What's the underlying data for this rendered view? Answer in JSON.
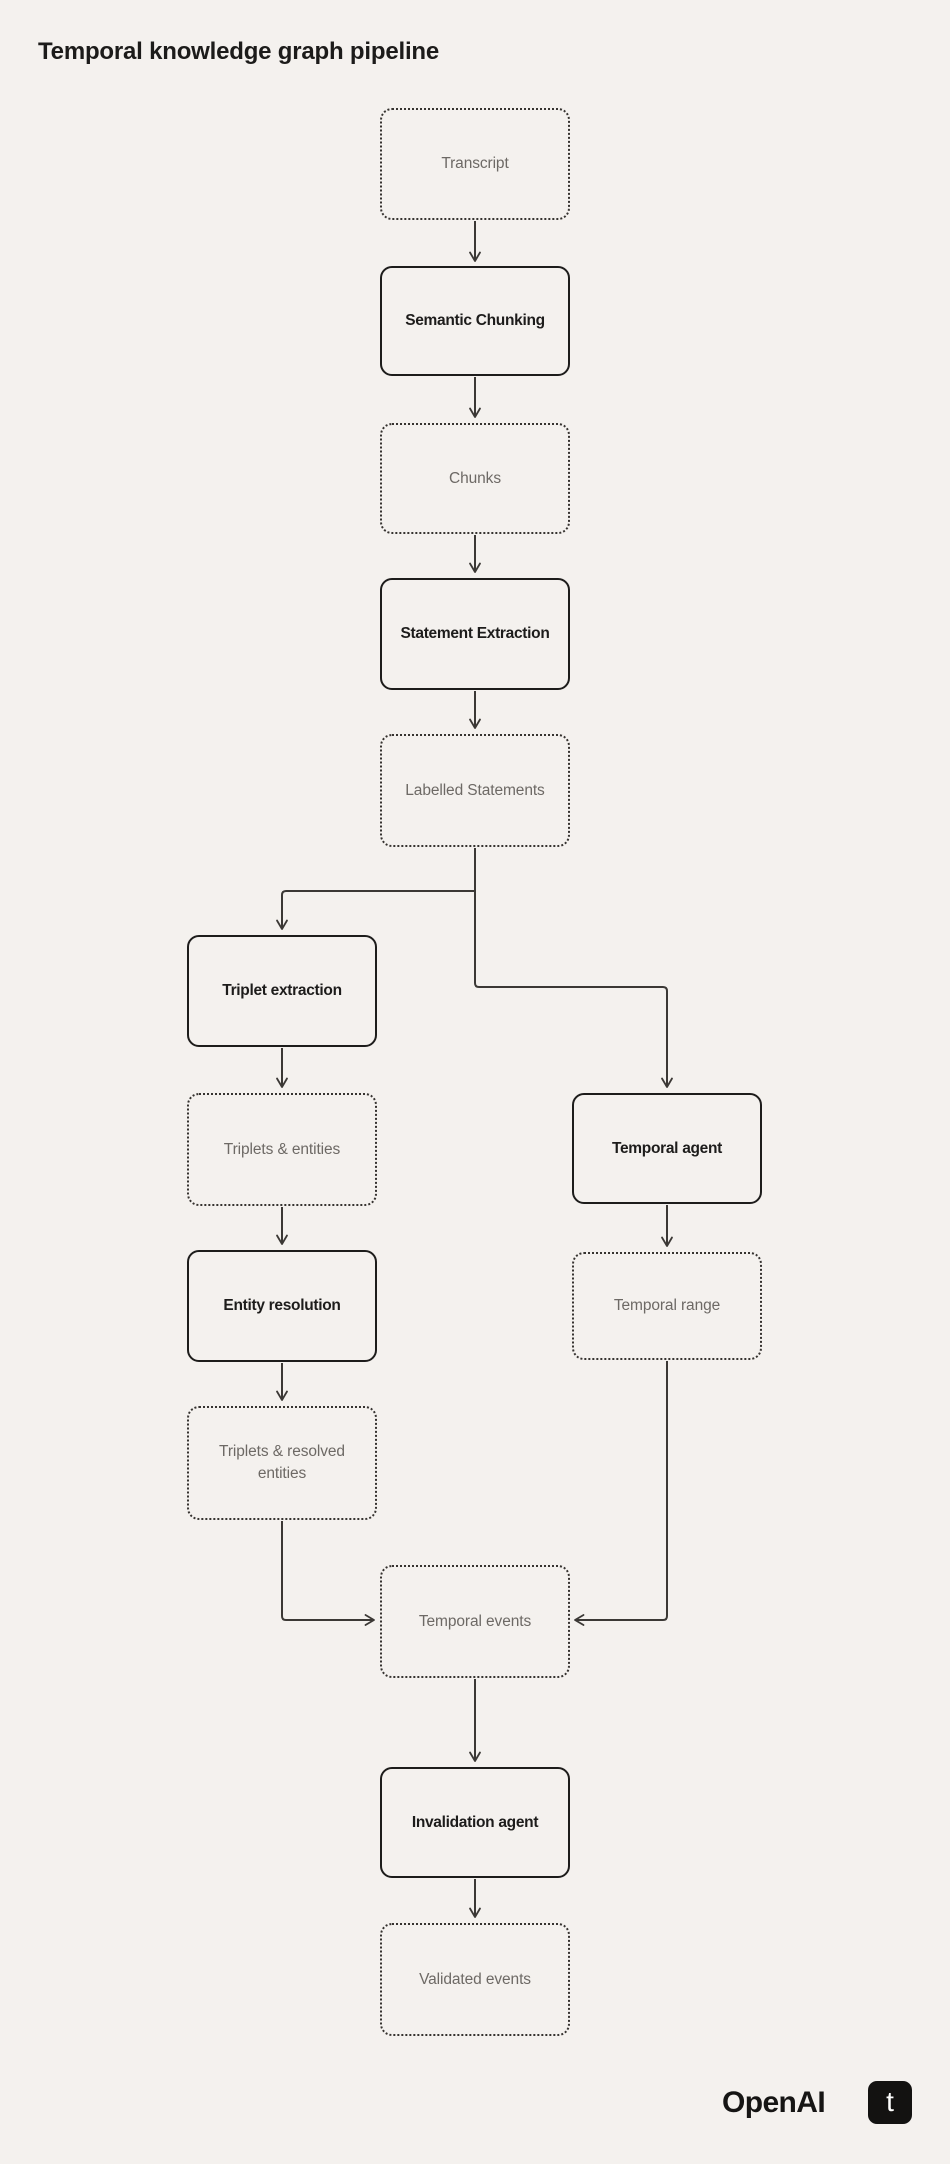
{
  "page": {
    "title": "Temporal knowledge graph pipeline"
  },
  "colors": {
    "background": "#f4f1ee",
    "solid_box_border": "#1d1c1b",
    "solid_box_text": "#1d1c1b",
    "dotted_box_border": "#363330",
    "dotted_box_text": "#6d6965",
    "connector": "#3b3835",
    "title_text": "#1c1b1a",
    "logo_square_bg": "#131211",
    "logo_letter_color": "#ffffff"
  },
  "nodes": [
    {
      "id": "transcript",
      "label": "Transcript",
      "kind": "artifact"
    },
    {
      "id": "semantic-chunking",
      "label": "Semantic Chunking",
      "kind": "process"
    },
    {
      "id": "chunks",
      "label": "Chunks",
      "kind": "artifact"
    },
    {
      "id": "statement-extraction",
      "label": "Statement Extraction",
      "kind": "process"
    },
    {
      "id": "labelled-statements",
      "label": "Labelled Statements",
      "kind": "artifact"
    },
    {
      "id": "triplet-extraction",
      "label": "Triplet extraction",
      "kind": "process"
    },
    {
      "id": "triplets-entities",
      "label": "Triplets & entities",
      "kind": "artifact"
    },
    {
      "id": "entity-resolution",
      "label": "Entity resolution",
      "kind": "process"
    },
    {
      "id": "triplets-resolved-entities",
      "label": "Triplets & resolved entities",
      "kind": "artifact"
    },
    {
      "id": "temporal-agent",
      "label": "Temporal agent",
      "kind": "process"
    },
    {
      "id": "temporal-range",
      "label": "Temporal range",
      "kind": "artifact"
    },
    {
      "id": "temporal-events",
      "label": "Temporal events",
      "kind": "artifact"
    },
    {
      "id": "invalidation-agent",
      "label": "Invalidation agent",
      "kind": "process"
    },
    {
      "id": "validated-events",
      "label": "Validated events",
      "kind": "artifact"
    }
  ],
  "edges": [
    {
      "from": "transcript",
      "to": "semantic-chunking"
    },
    {
      "from": "semantic-chunking",
      "to": "chunks"
    },
    {
      "from": "chunks",
      "to": "statement-extraction"
    },
    {
      "from": "statement-extraction",
      "to": "labelled-statements"
    },
    {
      "from": "labelled-statements",
      "to": "triplet-extraction"
    },
    {
      "from": "labelled-statements",
      "to": "temporal-agent"
    },
    {
      "from": "triplet-extraction",
      "to": "triplets-entities"
    },
    {
      "from": "triplets-entities",
      "to": "entity-resolution"
    },
    {
      "from": "entity-resolution",
      "to": "triplets-resolved-entities"
    },
    {
      "from": "triplets-resolved-entities",
      "to": "temporal-events"
    },
    {
      "from": "temporal-agent",
      "to": "temporal-range"
    },
    {
      "from": "temporal-range",
      "to": "temporal-events"
    },
    {
      "from": "temporal-events",
      "to": "invalidation-agent"
    },
    {
      "from": "invalidation-agent",
      "to": "validated-events"
    }
  ],
  "footer": {
    "brand": "OpenAI",
    "logo_letter": "t"
  }
}
